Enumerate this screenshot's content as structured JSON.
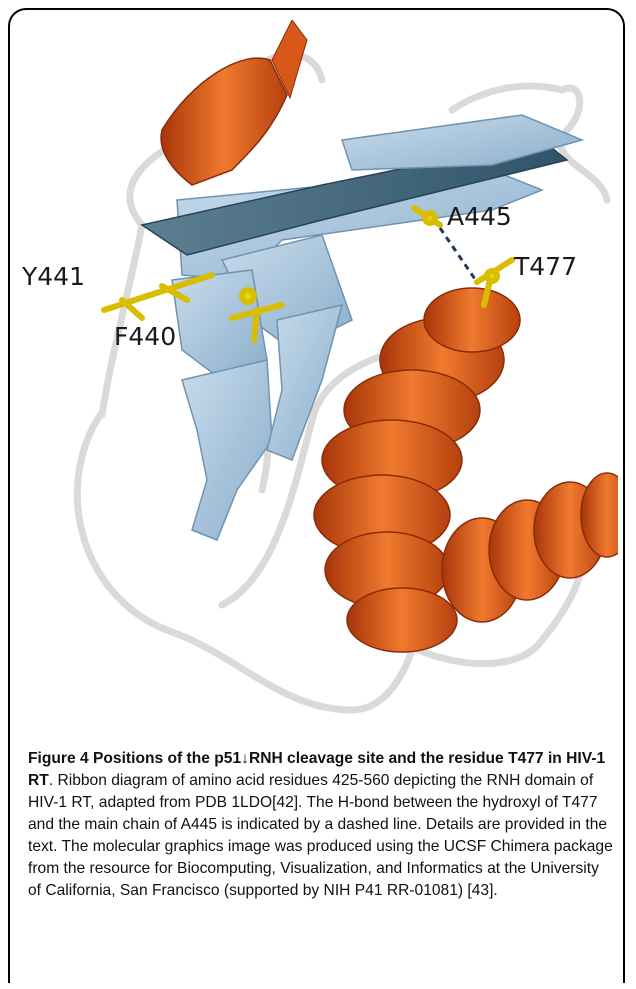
{
  "figure": {
    "labels": {
      "a445": "A445",
      "t477": "T477",
      "y441": "Y441",
      "f440": "F440"
    },
    "colors": {
      "helix": "#e0621a",
      "helix_dark": "#a8350a",
      "sheet": "#9bbbd6",
      "sheet_dark": "#2f5468",
      "coil": "#e2e2e2",
      "residue": "#efd516"
    }
  },
  "caption": {
    "heading": "Figure 4 Positions of the p51↓RNH cleavage site and the residue T477 in HIV-1 RT",
    "body": ". Ribbon diagram of amino acid residues 425-560 depicting the RNH domain of HIV-1 RT, adapted from PDB 1LDO[42]. The H-bond between the hydroxyl of T477 and the main chain of A445 is indicated by a dashed line. Details are provided in the text. The molecular graphics image was produced using the UCSF Chimera package from the resource for Biocomputing, Visualization, and Informatics at the University of California, San Francisco (supported by NIH P41 RR-01081) [43]."
  }
}
